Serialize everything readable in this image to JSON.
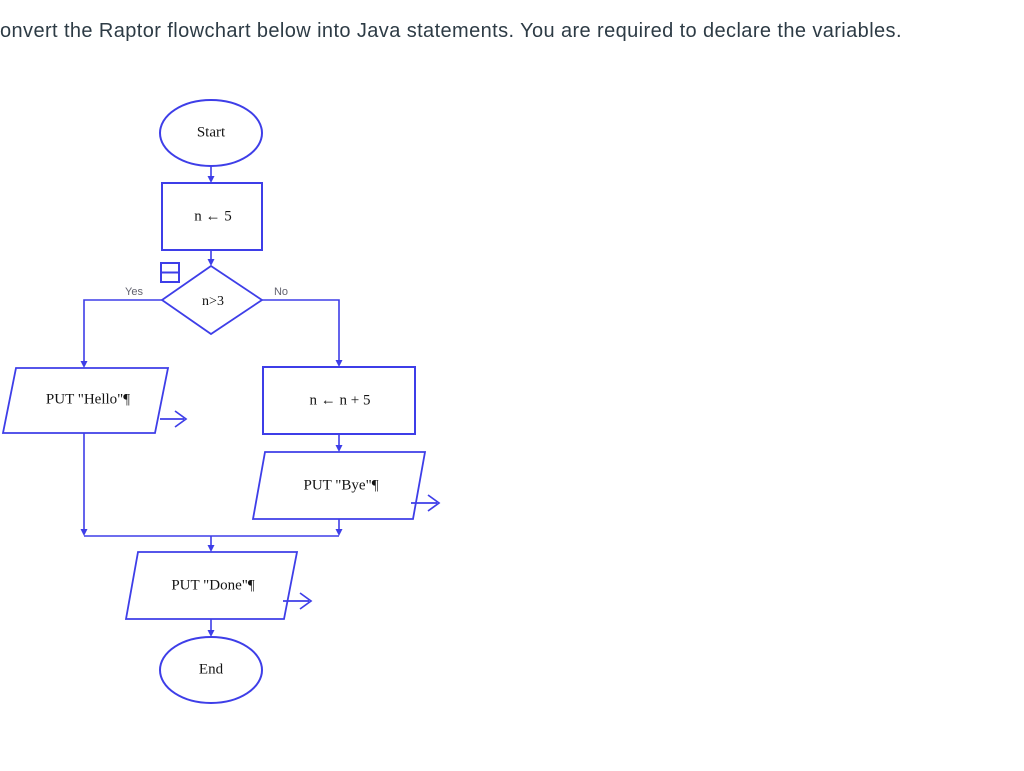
{
  "question": {
    "text": "onvert the Raptor flowchart below into Java statements. You are required to declare the variables."
  },
  "colors": {
    "flow_line": "#3e3ee8",
    "node_text": "#141414",
    "branch_label_text": "#62626e",
    "question_text": "#2d3b45",
    "background": "#ffffff"
  },
  "flowchart": {
    "nodes": {
      "start": {
        "type": "oval",
        "label": "Start"
      },
      "assign_n": {
        "type": "process",
        "label": "n ← 5"
      },
      "decision": {
        "type": "diamond",
        "label": "n>3"
      },
      "put_hello": {
        "type": "output",
        "label": "PUT \"Hello\"¶"
      },
      "assign_n_plus": {
        "type": "process",
        "label": "n ← n + 5"
      },
      "put_bye": {
        "type": "output",
        "label": "PUT \"Bye\"¶"
      },
      "put_done": {
        "type": "output",
        "label": "PUT \"Done\"¶"
      },
      "end": {
        "type": "oval",
        "label": "End"
      }
    },
    "branches": {
      "yes": "Yes",
      "no": "No"
    },
    "edges": [
      {
        "from": "start",
        "to": "assign_n"
      },
      {
        "from": "assign_n",
        "to": "decision"
      },
      {
        "from": "decision",
        "to": "put_hello",
        "label": "Yes"
      },
      {
        "from": "decision",
        "to": "assign_n_plus",
        "label": "No"
      },
      {
        "from": "assign_n_plus",
        "to": "put_bye"
      },
      {
        "from": "put_hello",
        "to": "put_done"
      },
      {
        "from": "put_bye",
        "to": "put_done"
      },
      {
        "from": "put_done",
        "to": "end"
      }
    ]
  }
}
